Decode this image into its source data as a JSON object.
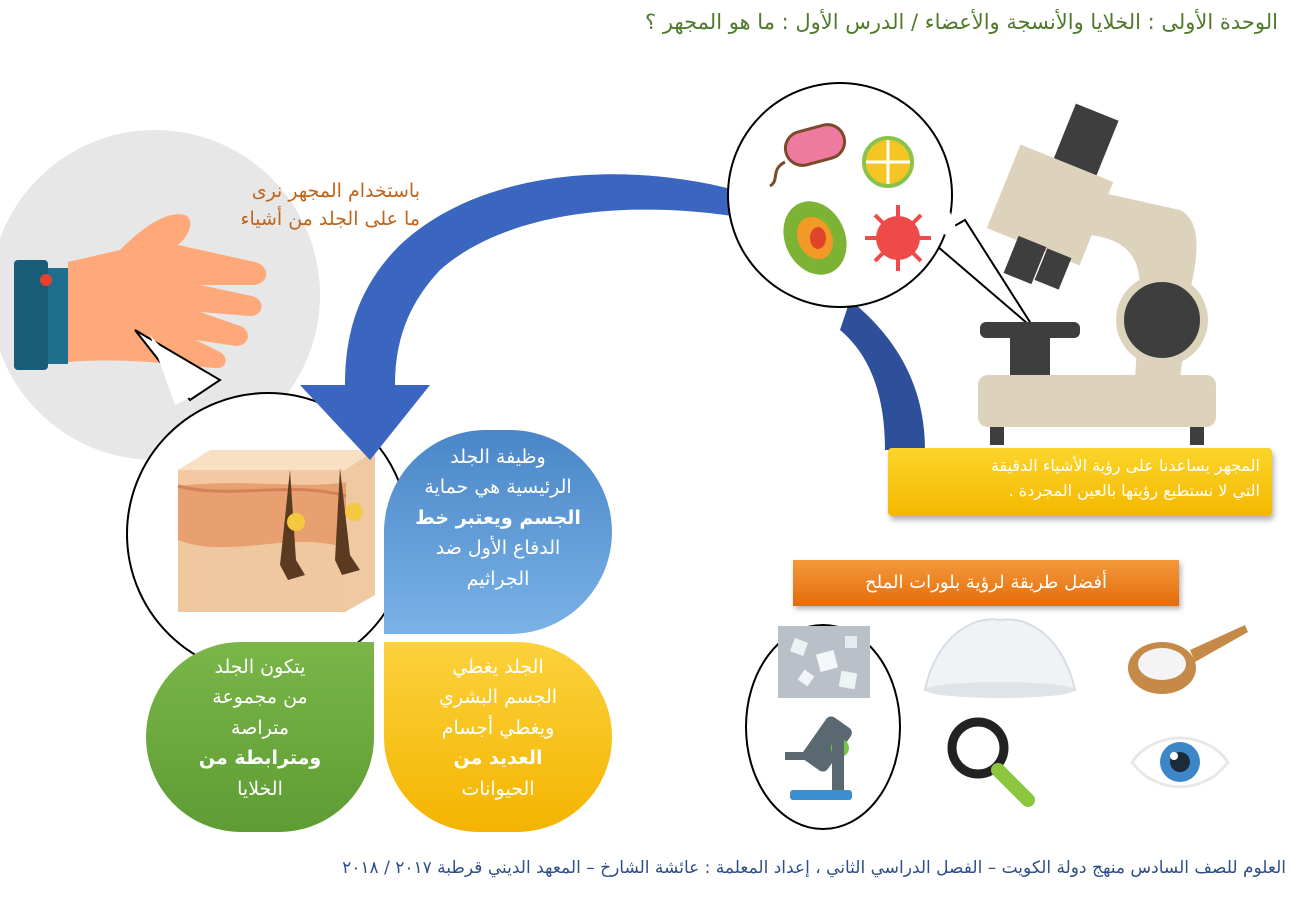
{
  "header": {
    "title": "الوحدة الأولى : الخلايا والأنسجة والأعضاء / الدرس الأول : ما هو المجهر ؟"
  },
  "hand_caption": {
    "line1": "باستخدام المجهر نرى",
    "line2": "ما على الجلد من أشياء"
  },
  "microscope_caption": {
    "line1": "المجهر يساعدنا على رؤية الأشياء الدقيقة",
    "line2": "التي لا نستطيع رؤيتها بالعين المجردة ."
  },
  "skin_function": {
    "line1": "وظيفة الجلد",
    "line2": "الرئيسية هي حماية",
    "line3": "الجسم ويعتبر خط",
    "line4": "الدفاع الأول ضد",
    "line5": "الجراثيم"
  },
  "skin_composition": {
    "line1": "يتكون الجلد",
    "line2": "من مجموعة",
    "line3": "متراصة",
    "line4": "ومترابطة من",
    "line5": "الخلايا"
  },
  "skin_covers": {
    "line1": "الجلد يغطي",
    "line2": "الجسم البشري",
    "line3": "ويغطي أجسام",
    "line4": "العديد من",
    "line5": "الحيوانات"
  },
  "salt_banner": {
    "label": "أفضل طريقة لرؤية بلورات الملح"
  },
  "footer": {
    "text": "العلوم للصف السادس منهج دولة الكويت  – الفصل الدراسي الثاني ، إعداد المعلمة : عائشة الشارخ – المعهد الديني قرطبة ٢٠١٧ / ٢٠١٨"
  },
  "colors": {
    "title": "#4e7a2a",
    "arrow": "#3a66bf",
    "caption_orange": "#c0651a",
    "blue": "#4a86c8",
    "green": "#6aac3c",
    "yellow": "#f6bf16",
    "banner": "#e8781e",
    "footer": "#2f4f8a"
  }
}
